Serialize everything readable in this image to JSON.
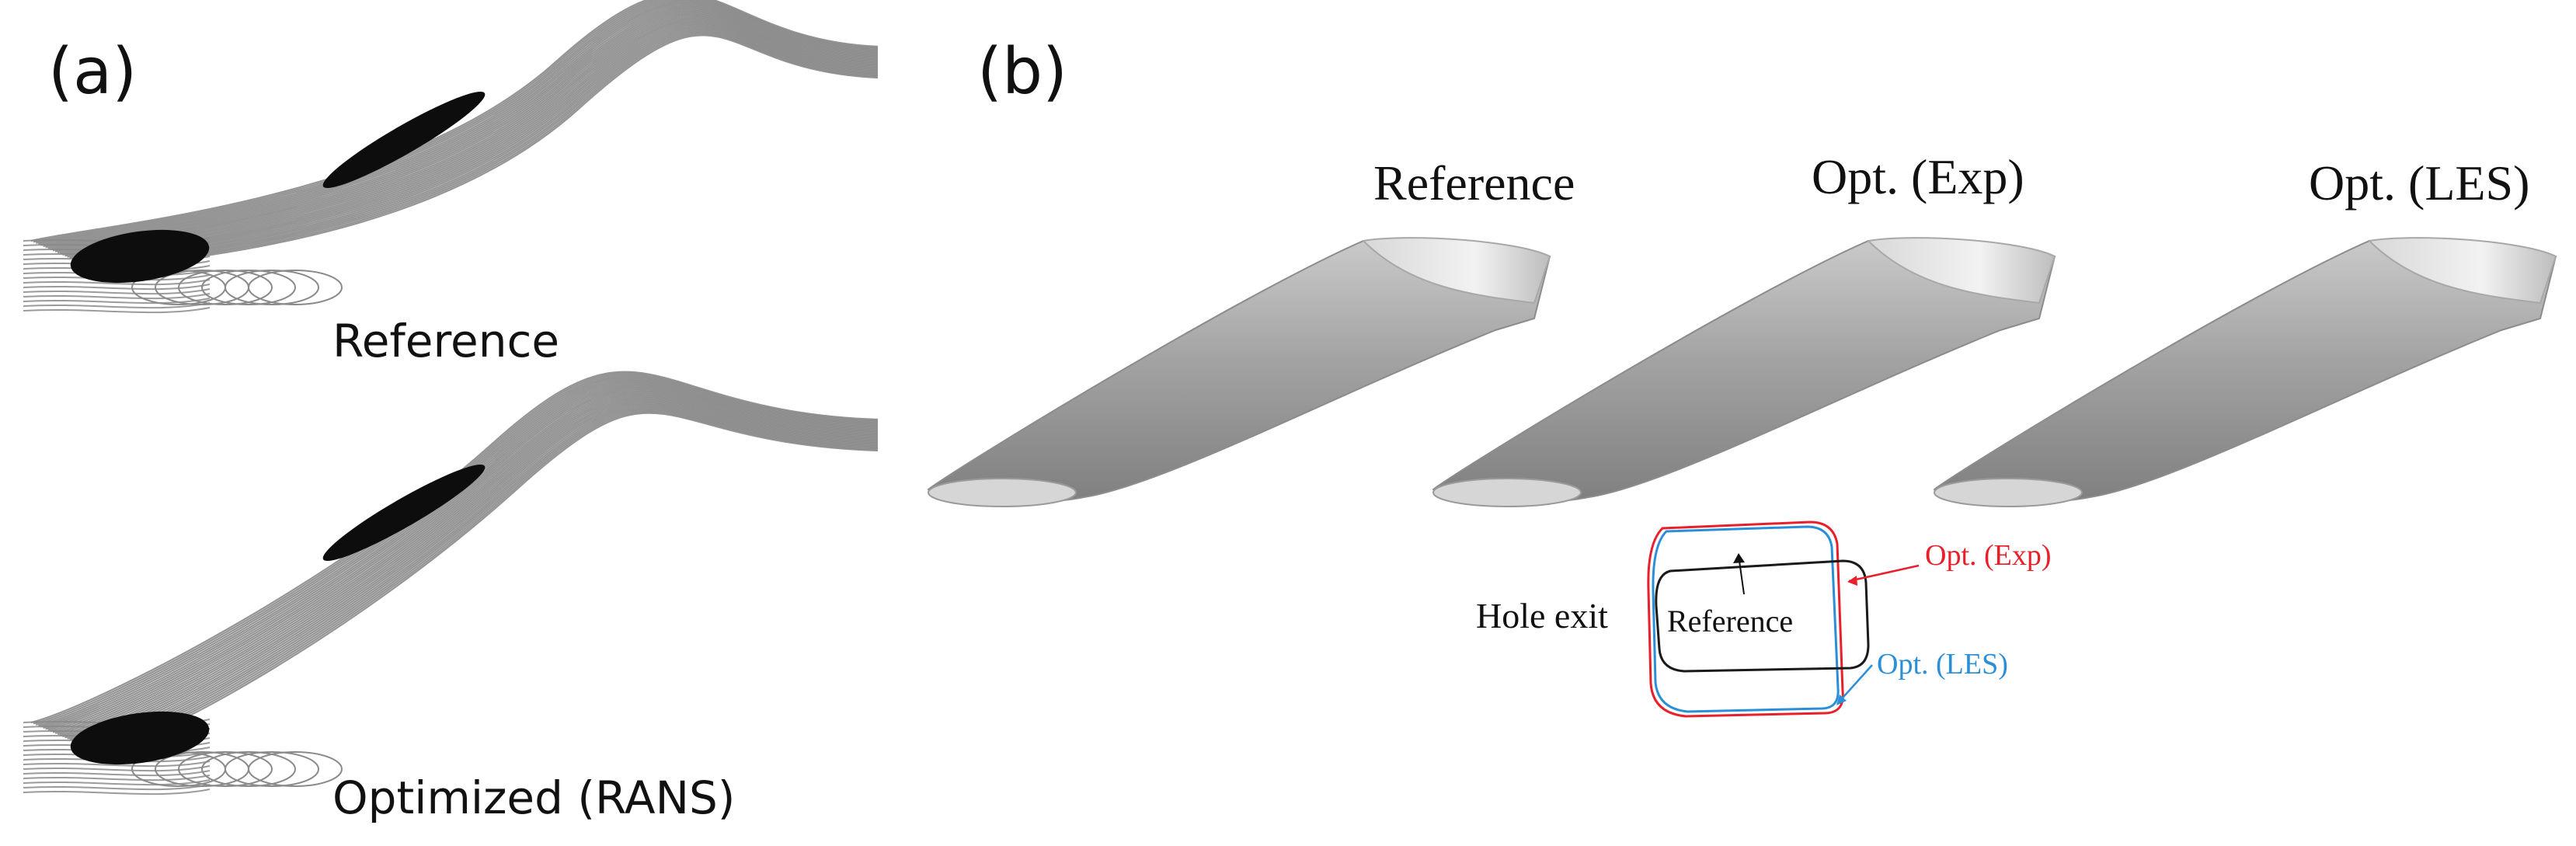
{
  "panels": {
    "a": {
      "label": "(a)",
      "captions": {
        "reference": "Reference",
        "optimized": "Optimized (RANS)"
      }
    },
    "b": {
      "label": "(b)",
      "titles": {
        "reference": "Reference",
        "opt_exp": "Opt. (Exp)",
        "opt_les": "Opt. (LES)"
      },
      "inset": {
        "hole_exit": "Hole exit",
        "reference": "Reference",
        "opt_exp": "Opt. (Exp)",
        "opt_les": "Opt. (LES)"
      }
    }
  },
  "colors": {
    "streamline": "#8a8a8a",
    "vortex_core": "#0d0d0d",
    "hole_body": "#9a9a9a",
    "hole_highlight": "#e6e6e6",
    "outline_reference": "#1a1a1a",
    "outline_opt_exp": "#e8202a",
    "outline_opt_les": "#2a8fd6"
  }
}
